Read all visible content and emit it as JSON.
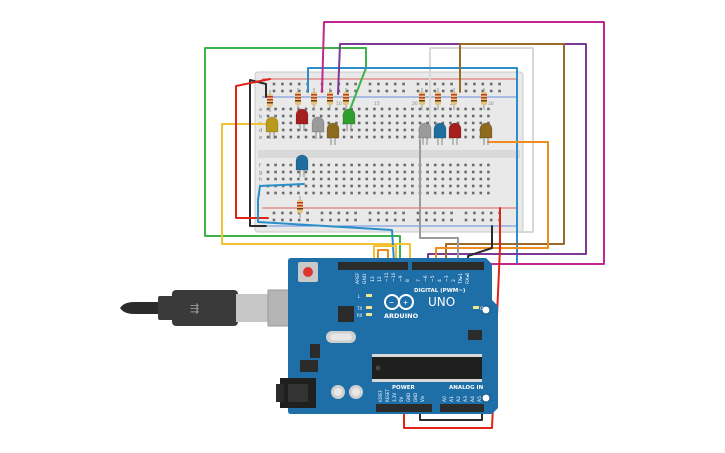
{
  "board": {
    "brand": "ARDUINO",
    "model": "UNO",
    "digital_label": "DIGITAL (PWM~)",
    "power_label": "POWER",
    "analog_label": "ANALOG IN",
    "on_label": "ON",
    "tx_label": "TX",
    "rx_label": "RX",
    "l_label": "L",
    "aref_label": "AREF",
    "gnd_label": "GND",
    "digital_pins": [
      "13",
      "12",
      "~11",
      "~10",
      "~9",
      "8",
      "7",
      "~6",
      "~5",
      "4",
      "~3",
      "2",
      "TX▸1",
      "RX◂0"
    ],
    "power_pins": [
      "IOREF",
      "RESET",
      "3.3V",
      "5V",
      "GND",
      "GND",
      "Vin"
    ],
    "analog_pins": [
      "A0",
      "A1",
      "A2",
      "A3",
      "A4",
      "A5"
    ]
  },
  "breadboard": {
    "row_letters_top": [
      "a",
      "b",
      "c",
      "d",
      "e"
    ],
    "row_letters_bottom": [
      "f",
      "g",
      "h",
      "i",
      "j"
    ],
    "column_numbers": [
      "1",
      "5",
      "10",
      "15",
      "20",
      "25",
      "30"
    ]
  },
  "components": {
    "leds": [
      "yellow",
      "red",
      "gray",
      "brown",
      "green",
      "gray",
      "blue",
      "red",
      "brown",
      "blue"
    ]
  },
  "colors": {
    "board": "#1e6ea8",
    "breadboard": "#e6e6e6",
    "wire_red": "#e2231a",
    "wire_black": "#2b2b2b",
    "wire_green": "#3db34a",
    "wire_yellow": "#f2c233",
    "wire_blue": "#2a8fc9",
    "wire_purple": "#7b3a96",
    "wire_magenta": "#c2268f",
    "wire_brown": "#9a6a2a",
    "wire_orange": "#ee8d1f",
    "wire_white": "#d8d8d8"
  }
}
